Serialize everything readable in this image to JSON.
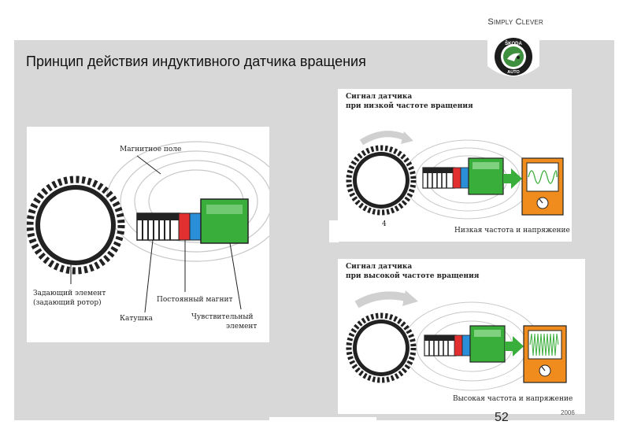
{
  "header": {
    "tagline": "Simply Clever",
    "title": "Принцип действия индуктивного датчика вращения"
  },
  "logo": {
    "text_top": "ŠKODA",
    "text_bottom": "AUTO"
  },
  "main_figure": {
    "labels": {
      "magnetic_field": "Магнитное поле",
      "master_element_line1": "Задающий элемент",
      "master_element_line2": "(задающий ротор)",
      "coil": "Катушка",
      "permanent_magnet": "Постоянный магнит",
      "sensor_line1": "Чувствительный",
      "sensor_line2": "элемент"
    }
  },
  "low_figure": {
    "title_line1": "Сигнал датчика",
    "title_line2": "при низкой частоте вращения",
    "stray_mark": "4",
    "caption": "Низкая частота и напряжение"
  },
  "high_figure": {
    "title_line1": "Сигнал датчика",
    "title_line2": "при высокой частоте вращения",
    "caption": "Высокая частота и напряжение"
  },
  "footer": {
    "page_number": "52",
    "year": "2006"
  },
  "colors": {
    "panel": "#d8d8d8",
    "green": "#3aae3a",
    "orange": "#f08c1e",
    "red": "#e23030",
    "blue": "#2a8ed8"
  }
}
